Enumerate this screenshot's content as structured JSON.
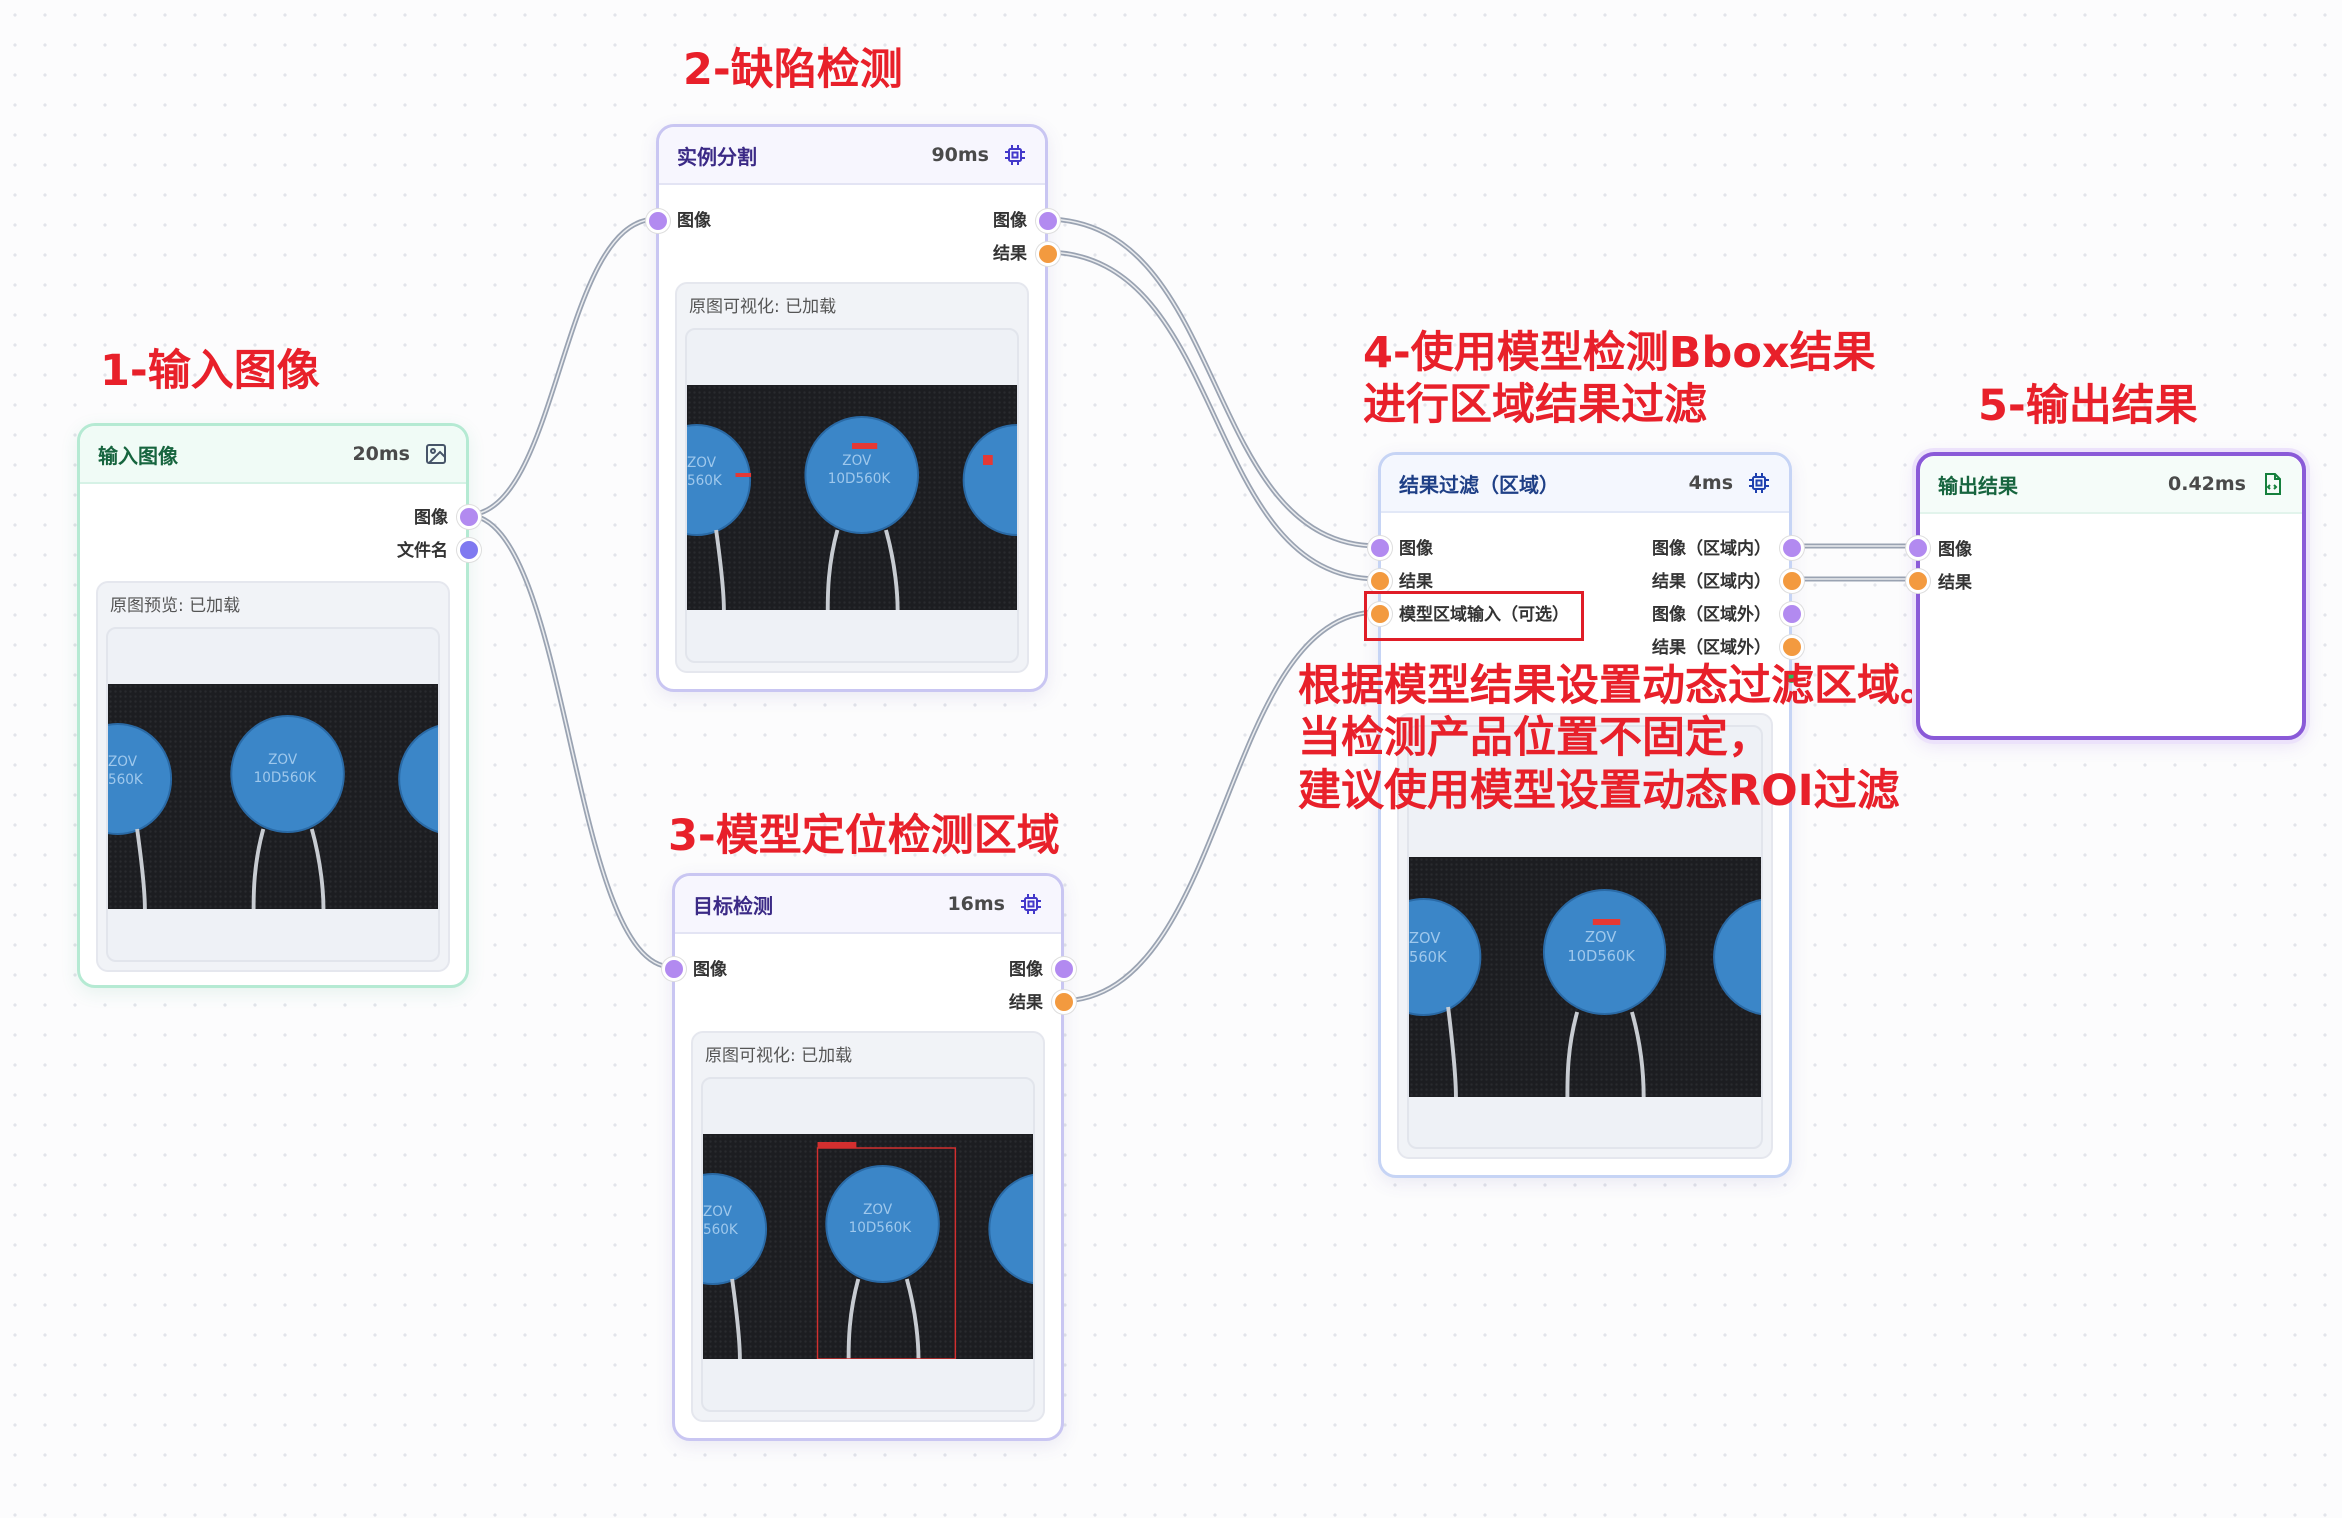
{
  "annotations": {
    "step1": "1-输入图像",
    "step2": "2-缺陷检测",
    "step3": "3-模型定位检测区域",
    "step4_line1": "4-使用模型检测Bbox结果",
    "step4_line2": "进行区域结果过滤",
    "step5": "5-输出结果",
    "note_line1": "根据模型结果设置动态过滤区域。",
    "note_line2": "当检测产品位置不固定，",
    "note_line3": "建议使用模型设置动态ROI过滤"
  },
  "nodes": {
    "input": {
      "title": "输入图像",
      "time": "20ms",
      "icon": "image-icon",
      "out_ports": [
        "图像",
        "文件名"
      ],
      "preview_label": "原图预览: 已加载"
    },
    "segmentation": {
      "title": "实例分割",
      "time": "90ms",
      "icon": "chip-icon",
      "in_ports": [
        "图像"
      ],
      "out_ports": [
        "图像",
        "结果"
      ],
      "preview_label": "原图可视化: 已加载"
    },
    "detection": {
      "title": "目标检测",
      "time": "16ms",
      "icon": "chip-icon",
      "in_ports": [
        "图像"
      ],
      "out_ports": [
        "图像",
        "结果"
      ],
      "preview_label": "原图可视化: 已加载"
    },
    "filter": {
      "title": "结果过滤（区域）",
      "time": "4ms",
      "icon": "chip-icon",
      "in_ports": [
        "图像",
        "结果",
        "模型区域输入（可选）"
      ],
      "out_ports": [
        "图像（区域内）",
        "结果（区域内）",
        "图像（区域外）",
        "结果（区域外）"
      ]
    },
    "output": {
      "title": "输出结果",
      "time": "0.42ms",
      "icon": "file-code-icon",
      "in_ports": [
        "图像",
        "结果"
      ]
    }
  },
  "colors": {
    "annotation": "#e8202a",
    "port_image": "#b28af0",
    "port_result": "#f39a3f",
    "port_filename": "#7f79f0",
    "edge": "#9aa3b2"
  }
}
